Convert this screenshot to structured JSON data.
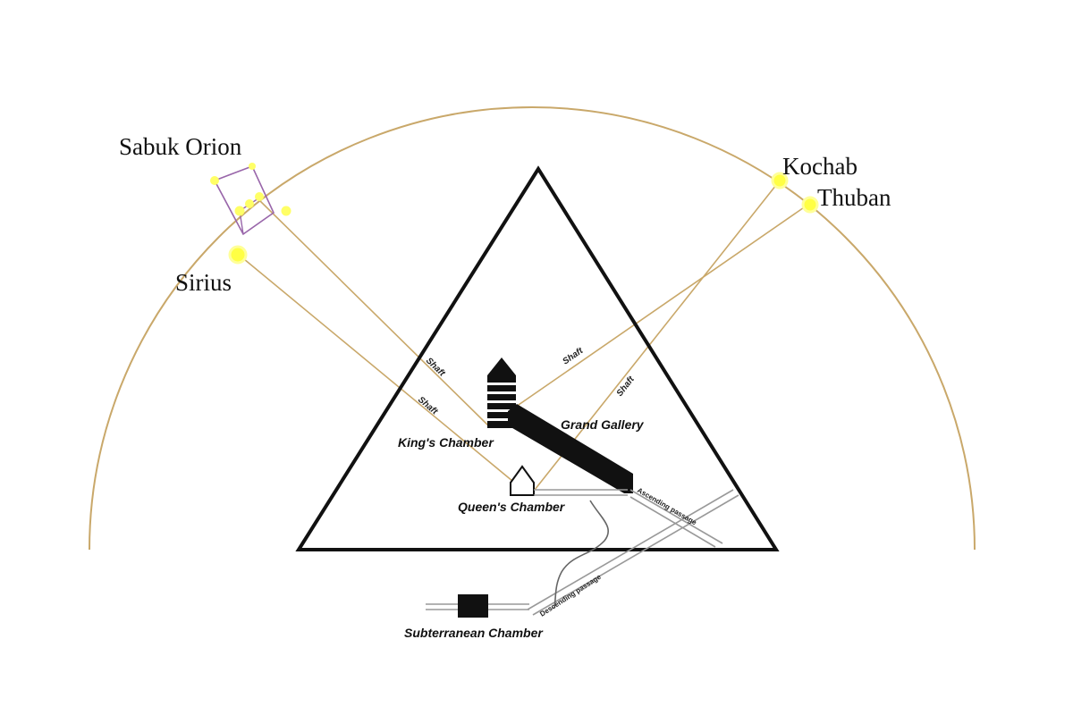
{
  "stars": {
    "orion": "Sabuk Orion",
    "sirius": "Sirius",
    "kochab": "Kochab",
    "thuban": "Thuban"
  },
  "chambers": {
    "kings": "King's Chamber",
    "queens": "Queen's Chamber",
    "subterranean": "Subterranean Chamber",
    "grand_gallery": "Grand Gallery"
  },
  "passages": {
    "shaft": "Shaft",
    "ascending": "Ascending passage",
    "descending": "Descending passage"
  },
  "colors": {
    "sky_arc": "#c9a86a",
    "shaft_line": "#c9a86a",
    "star_fill": "#ffff44",
    "star_glow": "#ffff99",
    "constellation": "#9966aa",
    "pyramid": "#111111"
  }
}
